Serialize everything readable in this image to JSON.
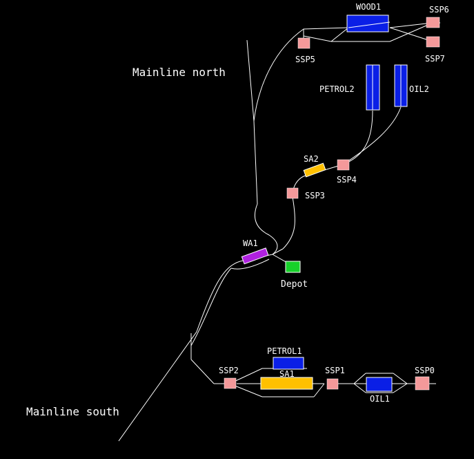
{
  "colors": {
    "background": "#000000",
    "track": "#ffffff",
    "ssp": "#f4999a",
    "industry_blue": "#0a1fe6",
    "sa_orange": "#ffc000",
    "wa_purple": "#b021e0",
    "depot_green": "#17d12a"
  },
  "region_labels": {
    "mainline_north": "Mainline north",
    "mainline_south": "Mainline south"
  },
  "stations": {
    "wood1": "WOOD1",
    "petrol2": "PETROL2",
    "oil2": "OIL2",
    "sa2": "SA2",
    "wa1": "WA1",
    "depot": "Depot",
    "petrol1": "PETROL1",
    "sa1": "SA1",
    "oil1": "OIL1"
  },
  "signals": {
    "ssp0": "SSP0",
    "ssp1": "SSP1",
    "ssp2": "SSP2",
    "ssp3": "SSP3",
    "ssp4": "SSP4",
    "ssp5": "SSP5",
    "ssp6": "SSP6",
    "ssp7": "SSP7"
  }
}
